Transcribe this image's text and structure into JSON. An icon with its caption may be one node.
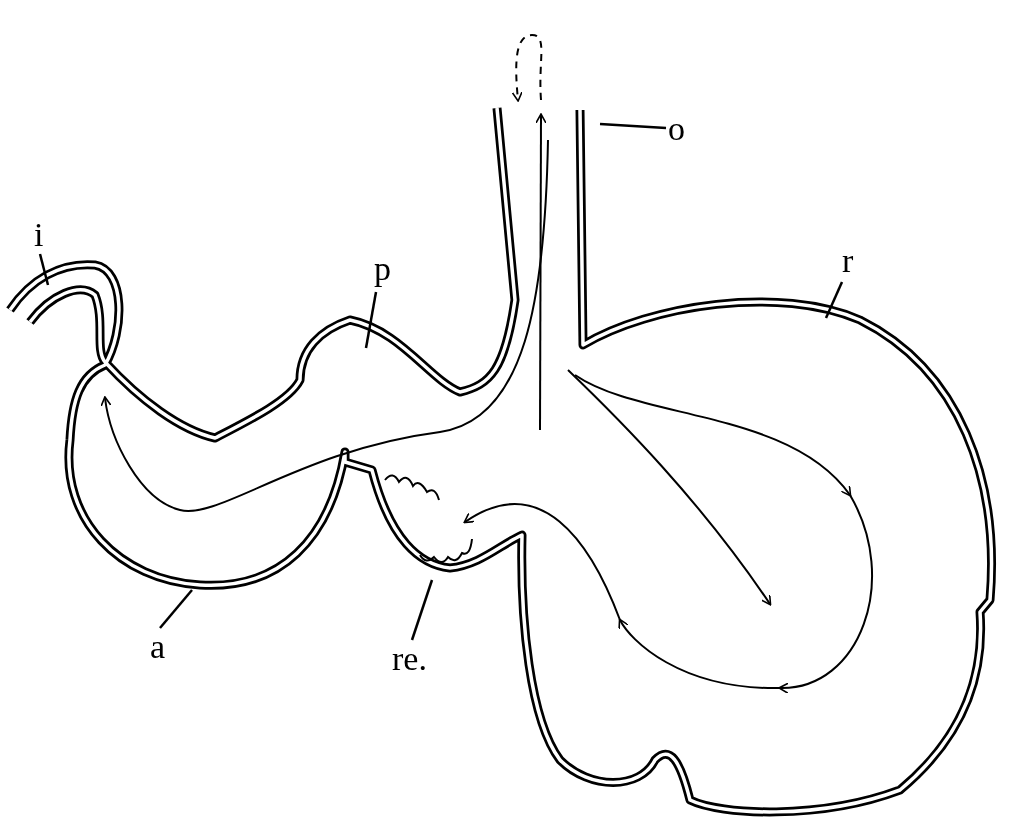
{
  "diagram": {
    "nodes": [
      {
        "text": [
          "o"
        ]
      },
      {
        "text": [
          "i"
        ]
      },
      {
        "text": [
          "r"
        ]
      },
      {
        "text": [
          "p"
        ]
      },
      {
        "text": [
          "a"
        ]
      },
      {
        "text": [
          "re."
        ]
      }
    ],
    "edges": [
      {
        "from": 0,
        "to": null,
        "arrow": "none"
      },
      {
        "from": 1,
        "to": null,
        "arrow": "none"
      },
      {
        "from": 2,
        "to": null,
        "arrow": "none"
      },
      {
        "from": 3,
        "to": null,
        "arrow": "none"
      },
      {
        "from": 4,
        "to": null,
        "arrow": "none"
      },
      {
        "from": 5,
        "to": null,
        "arrow": "none"
      }
    ]
  }
}
